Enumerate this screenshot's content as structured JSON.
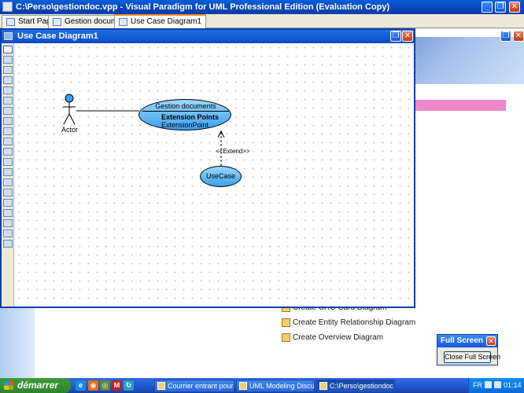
{
  "window": {
    "title": "C:\\Perso\\gestiondoc.vpp - Visual Paradigm for UML Professional Edition (Evaluation Copy)",
    "minimize": "_",
    "restore": "❐",
    "close": "✕"
  },
  "tabs": [
    {
      "label": "Start Page"
    },
    {
      "label": "Gestion documents"
    },
    {
      "label": "Use Case Diagram1"
    }
  ],
  "diagram_window": {
    "title": "Use Case Diagram1",
    "restore": "❐",
    "close": "✕"
  },
  "diagram": {
    "actor": {
      "label": "Actor"
    },
    "main_use_case": {
      "name": "Gestion documents",
      "extension_title": "Extension Points",
      "extension_point": "ExtensionPoint"
    },
    "secondary_use_case": {
      "name": "UseCase"
    },
    "extend_label": "<<Extend>>"
  },
  "menu": {
    "items": [
      {
        "label": "Create CRC Card Diagram"
      },
      {
        "label": "Create Entity Relationship Diagram"
      },
      {
        "label": "Create Overview Diagram"
      }
    ]
  },
  "full_screen": {
    "title": "Full Screen",
    "close": "✕",
    "button_label": "Close Full Screen"
  },
  "taskbar": {
    "start_label": "démarrer",
    "quick_launch": [
      "e",
      "◉",
      "◎",
      "M",
      "↻"
    ],
    "tasks": [
      {
        "label": "Courrier entrant pour..."
      },
      {
        "label": "UML Modeling Discuss..."
      },
      {
        "label": "C:\\Perso\\gestiondoc...."
      }
    ],
    "language": "FR",
    "clock": "01:14"
  },
  "colors": {
    "xp_blue": "#0a5fd8",
    "use_case_fill": "#3aa0ee",
    "pink_bar": "#ee88c8",
    "start_green": "#3c9a3c"
  }
}
